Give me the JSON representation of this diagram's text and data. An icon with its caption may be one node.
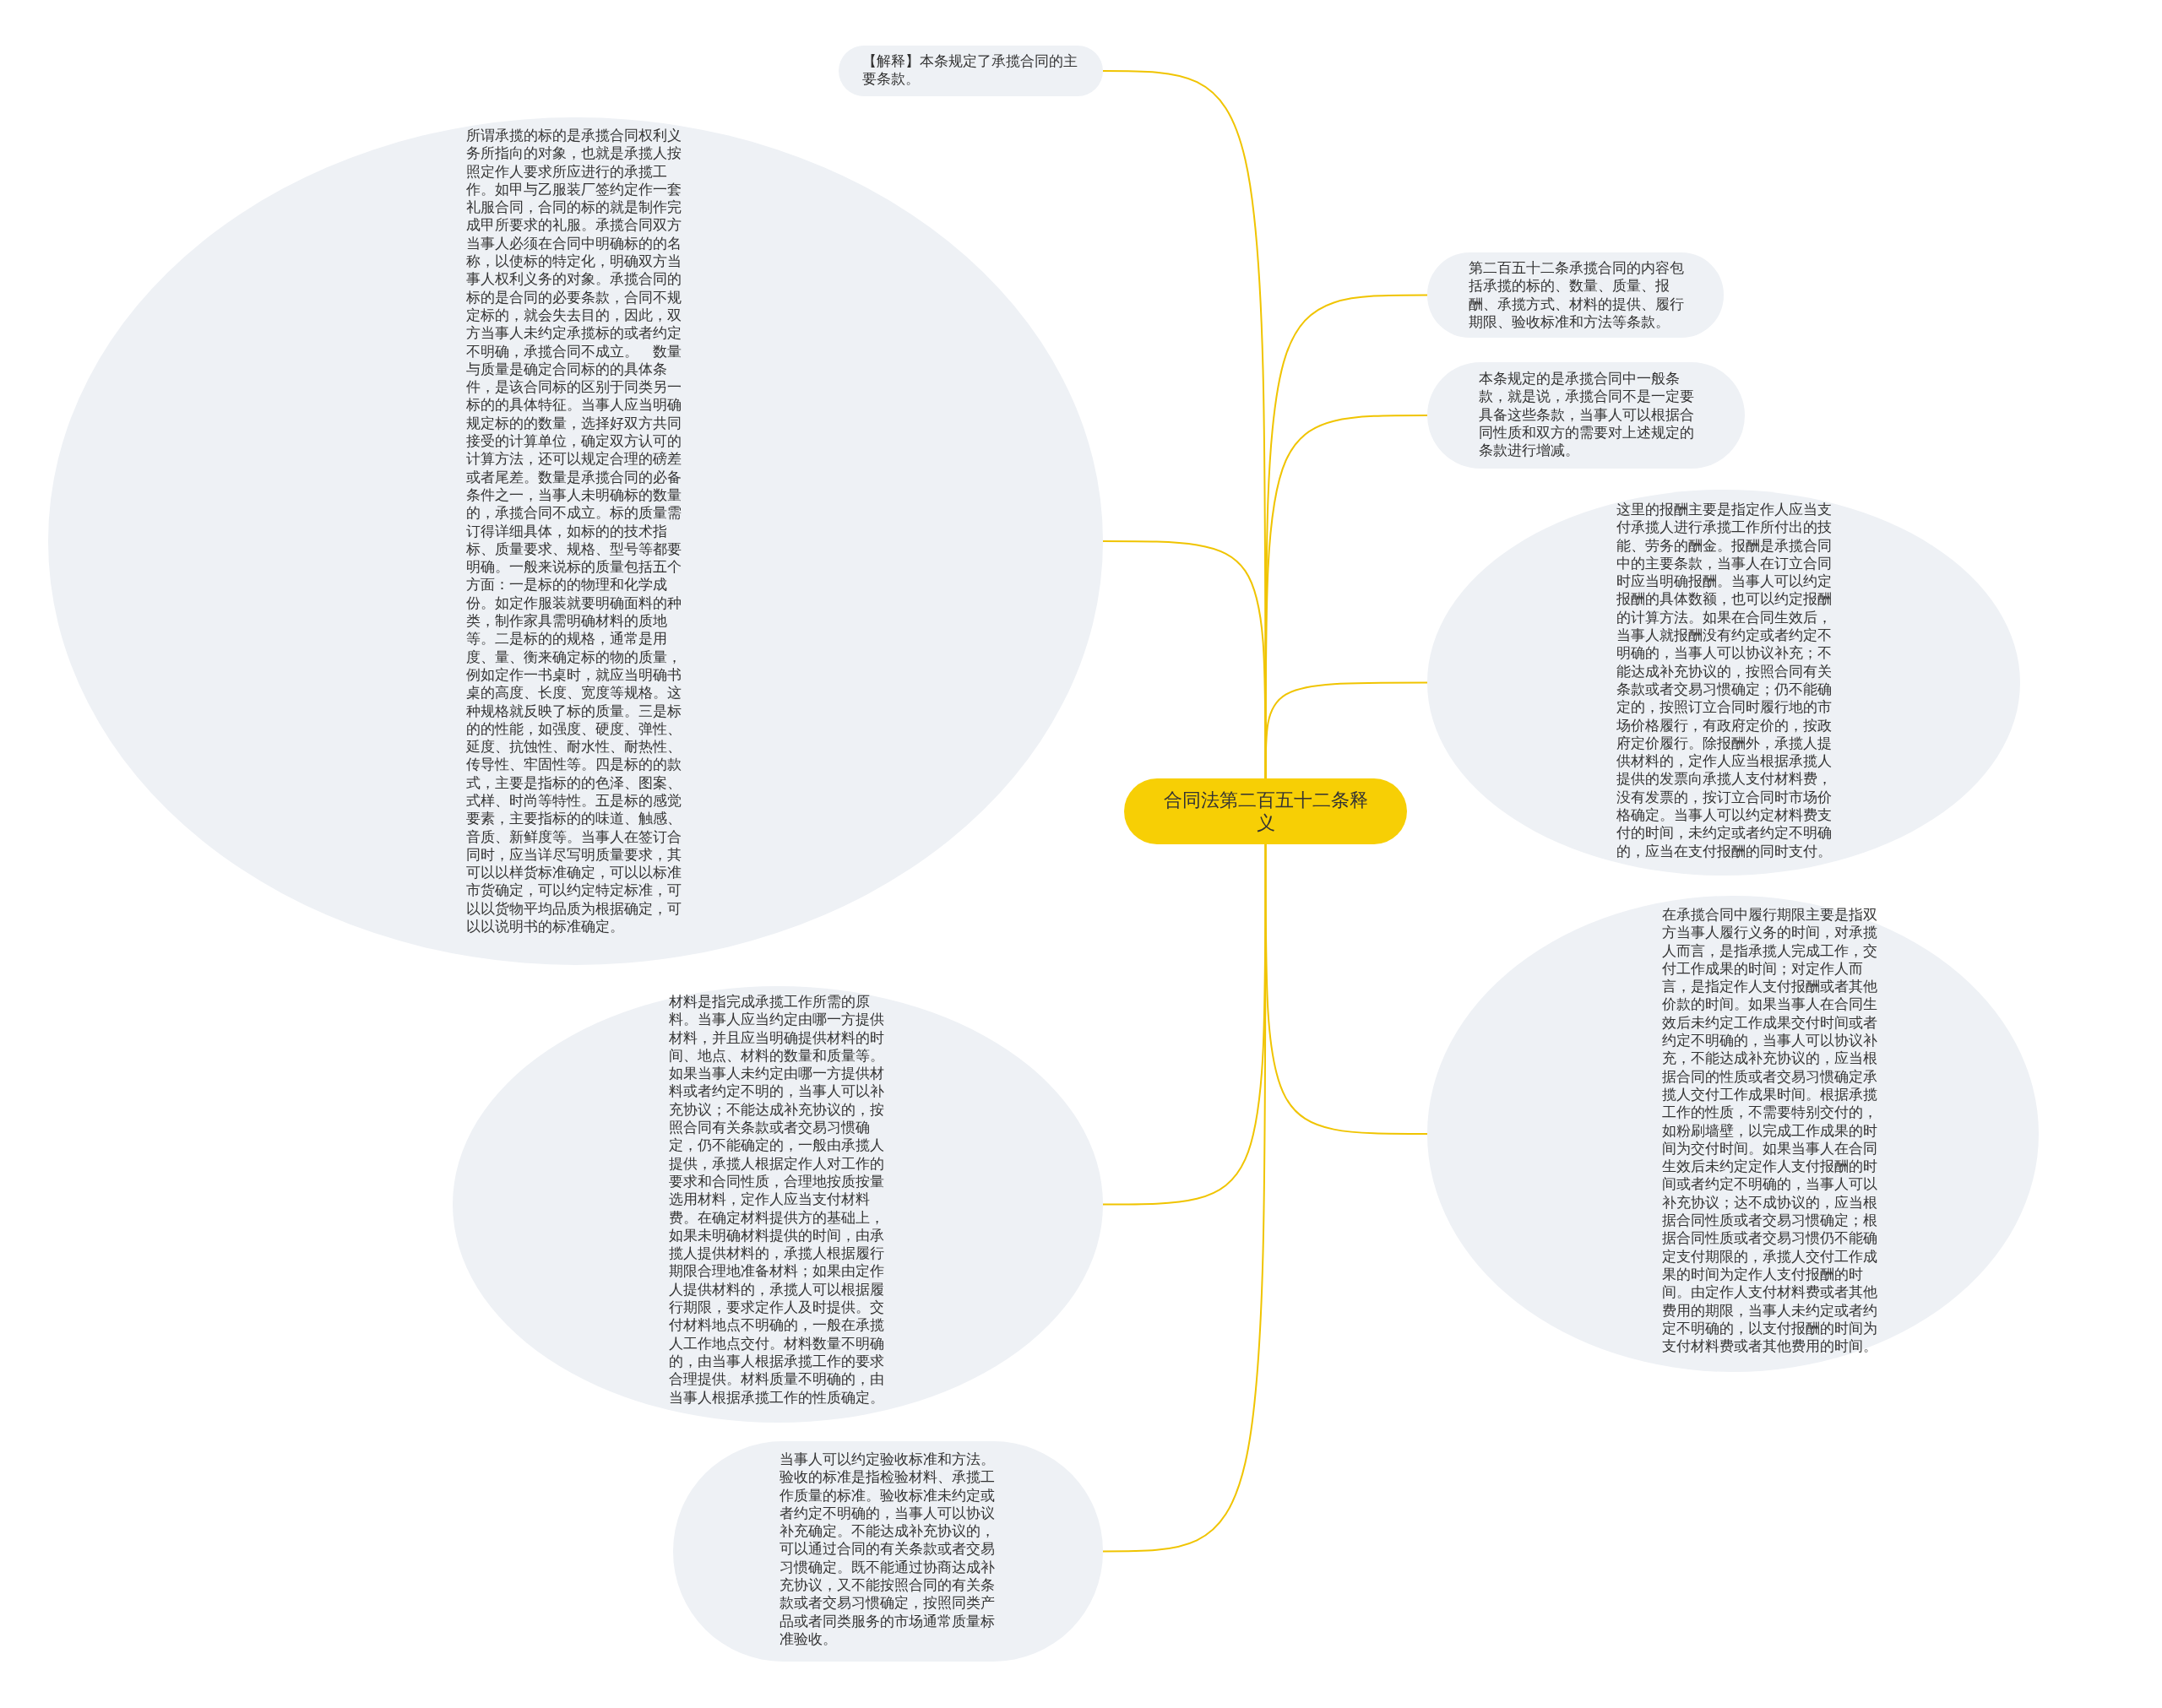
{
  "diagram": {
    "nodes": [
      {
        "text": [
          "合同法第二百五十二条释义"
        ]
      },
      {
        "text": [
          "【解释】本条规定了承揽合同的主要条款。"
        ]
      },
      {
        "text": [
          "所谓承揽的标的是承揽合同权利义务所指向的对象，也就是承揽人按照定作人要求所应进行的承揽工作。如甲与乙服装厂签约定作一套礼服合同，合同的标的就是制作完成甲所要求的礼服。承揽合同双方当事人必须在合同中明确标的的名称，以使标的特定化，明确双方当事人权利义务的对象。承揽合同的标的是合同的必要条款，合同不规定标的，就会失去目的，因此，双方当事人未约定承揽标的或者约定不明确，承揽合同不成立。　数量与质量是确定合同标的的具体条件，是该合同标的区别于同类另一标的的具体特征。当事人应当明确规定标的的数量，选择好双方共同接受的计算单位，确定双方认可的计算方法，还可以规定合理的磅差或者尾差。数量是承揽合同的必备条件之一，当事人未明确标的数量的，承揽合同不成立。标的质量需订得详细具体，如标的的技术指标、质量要求、规格、型号等都要明确。一般来说标的质量包括五个方面：一是标的的物理和化学成份。如定作服装就要明确面料的种类，制作家具需明确材料的质地等。二是标的的规格，通常是用度、量、衡来确定标的物的质量，例如定作一书桌时，就应当明确书桌的高度、长度、宽度等规格。这种规格就反映了标的质量。三是标的的性能，如强度、硬度、弹性、延度、抗蚀性、耐水性、耐热性、传导性、牢固性等。四是标的的款式，主要是指标的的色泽、图案、式样、时尚等特性。五是标的感觉要素，主要指标的的味道、触感、音质、新鲜度等。当事人在签订合同时，应当详尽写明质量要求，其可以以样货标准确定，可以以标准市货确定，可以约定特定标准，可以以货物平均品质为根据确定，可以以说明书的标准确定。"
        ]
      },
      {
        "text": [
          "第二百五十二条承揽合同的内容包括承揽的标的、数量、质量、报酬、承揽方式、材料的提供、履行期限、验收标准和方法等条款。"
        ]
      },
      {
        "text": [
          "本条规定的是承揽合同中一般条款，就是说，承揽合同不是一定要具备这些条款，当事人可以根据合同性质和双方的需要对上述规定的条款进行增减。"
        ]
      },
      {
        "text": [
          "这里的报酬主要是指定作人应当支付承揽人进行承揽工作所付出的技能、劳务的酬金。报酬是承揽合同中的主要条款，当事人在订立合同时应当明确报酬。当事人可以约定报酬的具体数额，也可以约定报酬的计算方法。如果在合同生效后，当事人就报酬没有约定或者约定不明确的，当事人可以协议补充；不能达成补充协议的，按照合同有关条款或者交易习惯确定；仍不能确定的，按照订立合同时履行地的市场价格履行，有政府定价的，按政府定价履行。除报酬外，承揽人提供材料的，定作人应当根据承揽人提供的发票向承揽人支付材料费，没有发票的，按订立合同时市场价格确定。当事人可以约定材料费支付的时间，未约定或者约定不明确的，应当在支付报酬的同时支付。"
        ]
      },
      {
        "text": [
          "在承揽合同中履行期限主要是指双方当事人履行义务的时间，对承揽人而言，是指承揽人完成工作，交付工作成果的时间；对定作人而言，是指定作人支付报酬或者其他价款的时间。如果当事人在合同生效后未约定工作成果交付时间或者约定不明确的，当事人可以协议补充，不能达成补充协议的，应当根据合同的性质或者交易习惯确定承揽人交付工作成果时间。根据承揽工作的性质，不需要特别交付的，如粉刷墙壁，以完成工作成果的时间为交付时间。如果当事人在合同生效后未约定定作人支付报酬的时间或者约定不明确的，当事人可以补充协议；达不成协议的，应当根据合同性质或者交易习惯确定；根据合同性质或者交易习惯仍不能确定支付期限的，承揽人交付工作成果的时间为定作人支付报酬的时间。由定作人支付材料费或者其他费用的期限，当事人未约定或者约定不明确的，以支付报酬的时间为支付材料费或者其他费用的时间。"
        ]
      },
      {
        "text": [
          "材料是指完成承揽工作所需的原料。当事人应当约定由哪一方提供材料，并且应当明确提供材料的时间、地点、材料的数量和质量等。如果当事人未约定由哪一方提供材料或者约定不明的，当事人可以补充协议；不能达成补充协议的，按照合同有关条款或者交易习惯确定，仍不能确定的，一般由承揽人提供，承揽人根据定作人对工作的要求和合同性质，合理地按质按量选用材料，定作人应当支付材料费。在确定材料提供方的基础上，如果未明确材料提供的时间，由承揽人提供材料的，承揽人根据履行期限合理地准备材料；如果由定作人提供材料的，承揽人可以根据履行期限，要求定作人及时提供。交付材料地点不明确的，一般在承揽人工作地点交付。材料数量不明确的，由当事人根据承揽工作的要求合理提供。材料质量不明确的，由当事人根据承揽工作的性质确定。"
        ]
      },
      {
        "text": [
          "当事人可以约定验收标准和方法。验收的标准是指检验材料、承揽工作质量的标准。验收标准未约定或者约定不明确的，当事人可以协议补充确定。不能达成补充协议的，可以通过合同的有关条款或者交易习惯确定。既不能通过协商达成补充协议，又不能按照合同的有关条款或者交易习惯确定，按照同类产品或者同类服务的市场通常质量标准验收。"
        ]
      }
    ],
    "edges": [
      {
        "from": 0,
        "to": 1,
        "arrow": "none"
      },
      {
        "from": 0,
        "to": 2,
        "arrow": "none"
      },
      {
        "from": 0,
        "to": 3,
        "arrow": "none"
      },
      {
        "from": 0,
        "to": 4,
        "arrow": "none"
      },
      {
        "from": 0,
        "to": 5,
        "arrow": "none"
      },
      {
        "from": 0,
        "to": 6,
        "arrow": "none"
      },
      {
        "from": 0,
        "to": 7,
        "arrow": "none"
      },
      {
        "from": 0,
        "to": 8,
        "arrow": "none"
      }
    ]
  }
}
